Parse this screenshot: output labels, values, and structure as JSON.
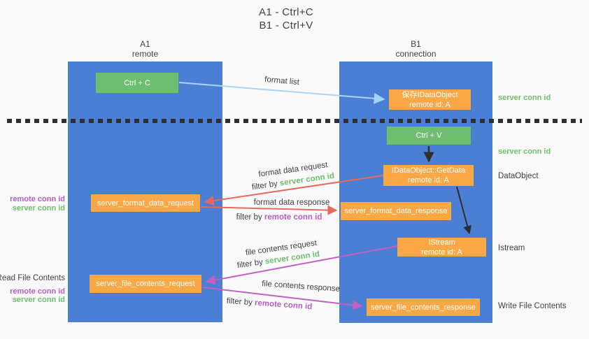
{
  "colors": {
    "background": "#fafafa",
    "column_blue": "#4a7fd4",
    "box_green": "#6ebe71",
    "box_orange": "#f9a845",
    "text_green": "#6cbf6c",
    "text_purple": "#b55bc5",
    "arrow_red": "#e8685e",
    "arrow_magenta": "#c45fc4",
    "arrow_lightblue": "#aad4f5",
    "arrow_black": "#2e2e2e",
    "text_dark": "#3f3f3f"
  },
  "title": {
    "line1": "A1 - Ctrl+C",
    "line2": "B1 - Ctrl+V"
  },
  "columns": {
    "left": {
      "id": "A1",
      "role": "remote"
    },
    "right": {
      "id": "B1",
      "role": "connection"
    }
  },
  "boxes": {
    "ctrl_c": "Ctrl + C",
    "ctrl_v": "Ctrl + V",
    "save_dataobject": {
      "line1": "保存IDataObject",
      "line2": "remote id: A"
    },
    "getdata": {
      "line1": "IDataObject::GetData",
      "line2": "remote id: A"
    },
    "istream": {
      "line1": "IStream",
      "line2": "remote id: A"
    },
    "format_request": "server_format_data_request",
    "format_response": "server_format_data_response",
    "file_request": "server_file_contents_request",
    "file_response": "server_file_contents_response"
  },
  "arrow_labels": {
    "format_list": "format list",
    "format_data_request": "format data request",
    "format_data_response": "format data response",
    "file_contents_request": "file contents request",
    "file_contents_response": "file contents response",
    "filter_by": "filter by",
    "server_conn_id": "server conn id",
    "remote_conn_id": "remote conn id"
  },
  "side_labels": {
    "right_server_conn_id_top": "server conn id",
    "right_server_conn_id_mid": "server conn id",
    "dataobject": "DataObject",
    "istream": "Istream",
    "write_file_contents": "Write File Contents",
    "left_remote_conn_id_top": "remote conn id",
    "left_server_conn_id_top": "server conn id",
    "read_file_contents": "Read File Contents",
    "left_remote_conn_id_bottom": "remote conn id",
    "left_server_conn_id_bottom": "server conn id"
  }
}
